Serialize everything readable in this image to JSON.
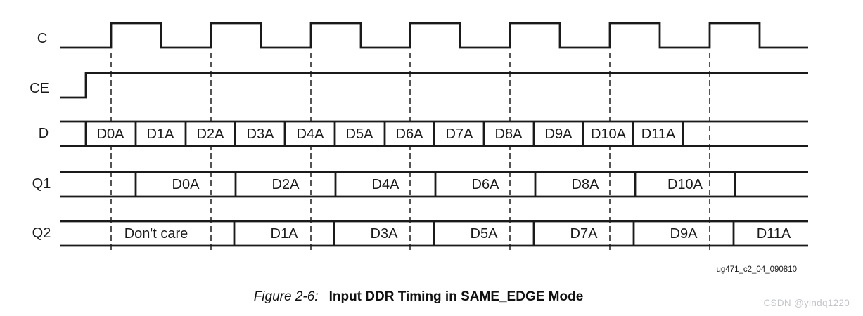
{
  "diagram": {
    "signals": {
      "c": {
        "label": "C"
      },
      "ce": {
        "label": "CE"
      },
      "d": {
        "label": "D",
        "cells": [
          "D0A",
          "D1A",
          "D2A",
          "D3A",
          "D4A",
          "D5A",
          "D6A",
          "D7A",
          "D8A",
          "D9A",
          "D10A",
          "D11A"
        ]
      },
      "q1": {
        "label": "Q1",
        "cells": [
          "D0A",
          "D2A",
          "D4A",
          "D6A",
          "D8A",
          "D10A"
        ]
      },
      "q2": {
        "label": "Q2",
        "dont_care": "Don't care",
        "cells": [
          "D1A",
          "D3A",
          "D5A",
          "D7A",
          "D9A",
          "D11A"
        ]
      }
    },
    "drawing_ref": "ug471_c2_04_090810",
    "clock_rising_edge_count": 7
  },
  "caption": {
    "figure_label": "Figure 2-6:",
    "title": "Input DDR Timing in SAME_EDGE Mode"
  },
  "watermark": {
    "text": "CSDN @yindq1220"
  },
  "colors": {
    "line": "#1a1a1a",
    "dashed_line": "#2a2a2a",
    "background": "#ffffff",
    "watermark": "#c2c5c9"
  }
}
